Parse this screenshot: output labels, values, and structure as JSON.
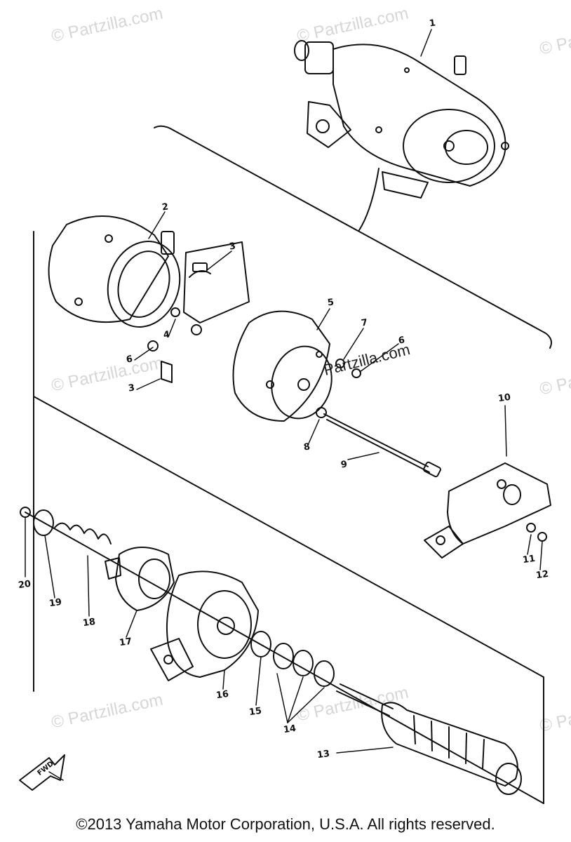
{
  "watermark": {
    "text": "© Partzilla.com",
    "center_text": "Partzilla.com"
  },
  "callouts": [
    {
      "id": "c1",
      "label": "1"
    },
    {
      "id": "c2",
      "label": "2"
    },
    {
      "id": "c3a",
      "label": "3"
    },
    {
      "id": "c3b",
      "label": "3"
    },
    {
      "id": "c4",
      "label": "4"
    },
    {
      "id": "c5",
      "label": "5"
    },
    {
      "id": "c6a",
      "label": "6"
    },
    {
      "id": "c6b",
      "label": "6"
    },
    {
      "id": "c7",
      "label": "7"
    },
    {
      "id": "c8",
      "label": "8"
    },
    {
      "id": "c9",
      "label": "9"
    },
    {
      "id": "c10",
      "label": "10"
    },
    {
      "id": "c11",
      "label": "11"
    },
    {
      "id": "c12",
      "label": "12"
    },
    {
      "id": "c13",
      "label": "13"
    },
    {
      "id": "c14",
      "label": "14"
    },
    {
      "id": "c15",
      "label": "15"
    },
    {
      "id": "c16",
      "label": "16"
    },
    {
      "id": "c17",
      "label": "17"
    },
    {
      "id": "c18",
      "label": "18"
    },
    {
      "id": "c19",
      "label": "19"
    },
    {
      "id": "c20",
      "label": "20"
    }
  ],
  "fwd_label": "FWD",
  "footer": {
    "copyright": "©2013  Yamaha Motor Corporation, U.S.A. All rights reserved."
  }
}
